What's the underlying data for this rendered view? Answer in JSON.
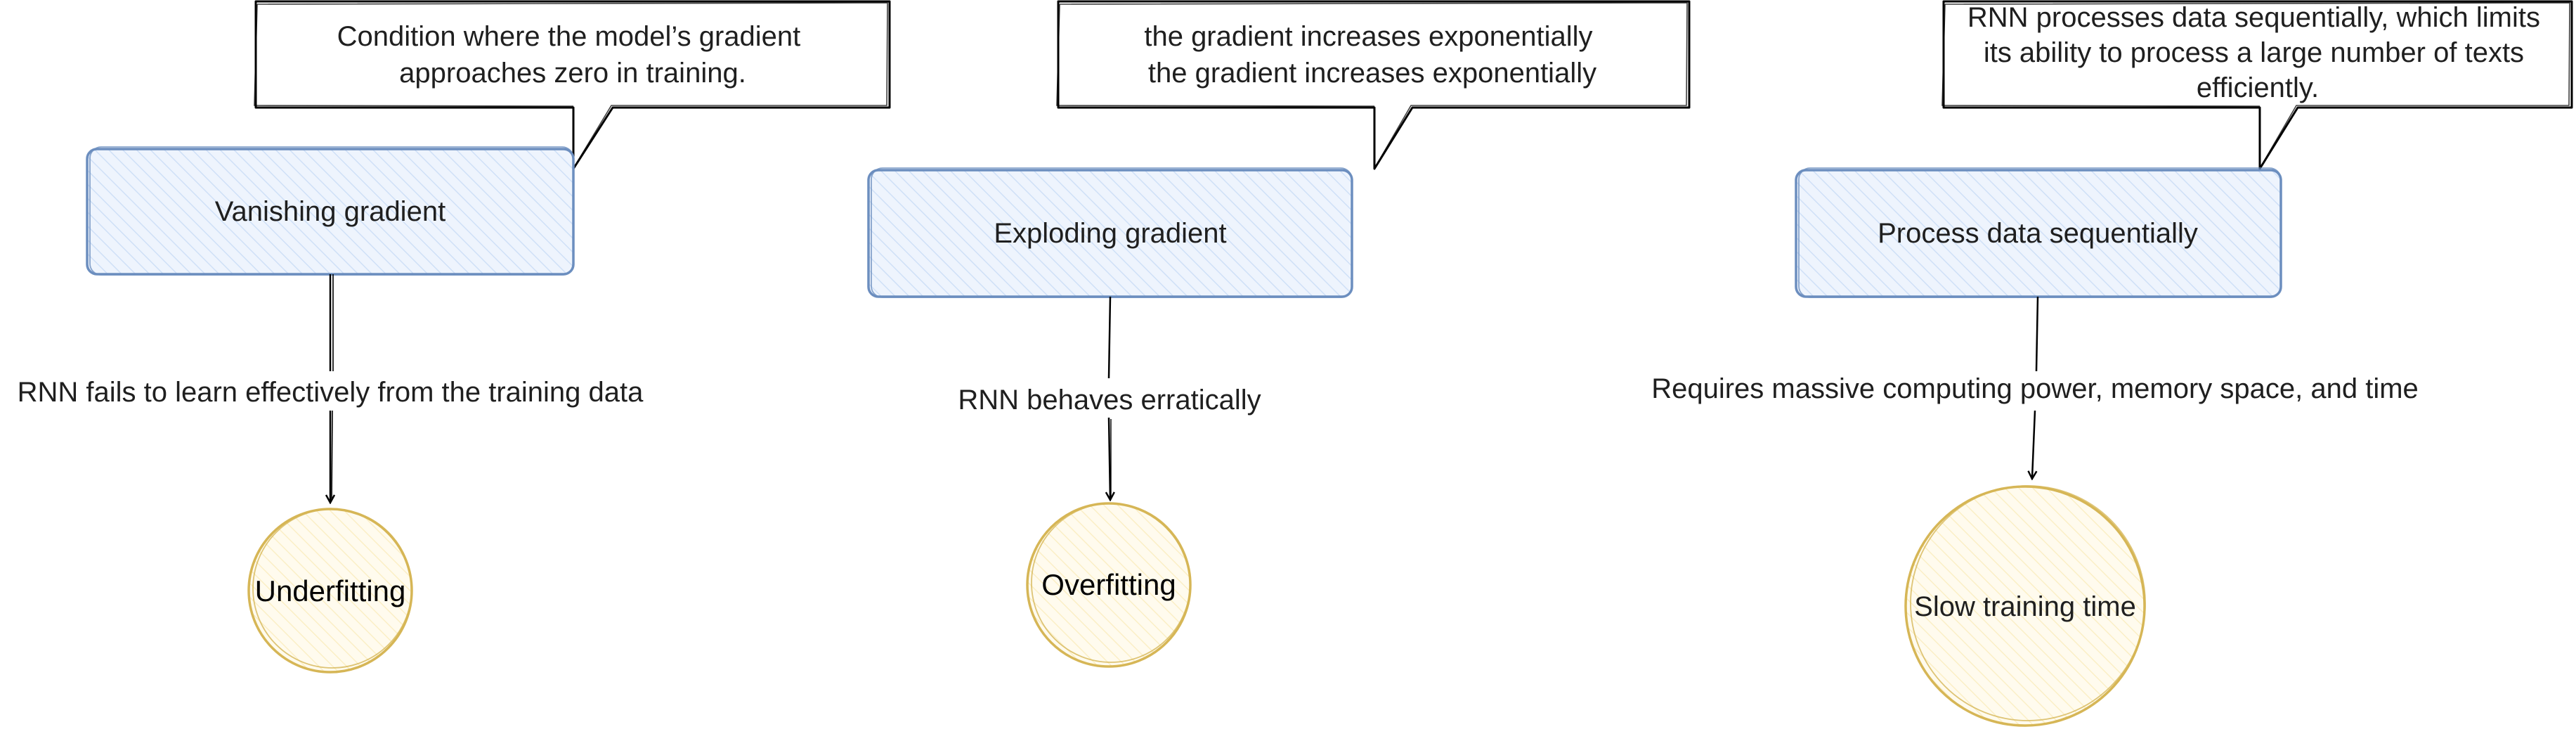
{
  "colors": {
    "box_stroke": "#6c8ebf",
    "box_fill": "#dae8fc",
    "circle_stroke": "#d6b656",
    "circle_fill": "#fff2cc",
    "line": "#000000",
    "text": "#1f1f1f"
  },
  "columns": [
    {
      "id": "vanishing",
      "box_label": "Vanishing gradient",
      "callout_lines": [
        "Condition where the model’s gradient",
        "approaches zero in training."
      ],
      "edge_label": "RNN fails to learn effectively from the training data",
      "result_label": "Underfitting"
    },
    {
      "id": "exploding",
      "box_label": "Exploding gradient",
      "callout_lines": [
        "the gradient increases exponentially",
        "the gradient increases exponentially"
      ],
      "edge_label": "RNN behaves erratically",
      "result_label": "Overfitting"
    },
    {
      "id": "sequential",
      "box_label": "Process data sequentially",
      "callout_lines": [
        "RNN processes data sequentially, which limits",
        "its ability to process a large number of texts",
        "efficiently."
      ],
      "edge_label": "Requires massive computing power, memory space, and time",
      "result_label": "Slow training time"
    }
  ]
}
